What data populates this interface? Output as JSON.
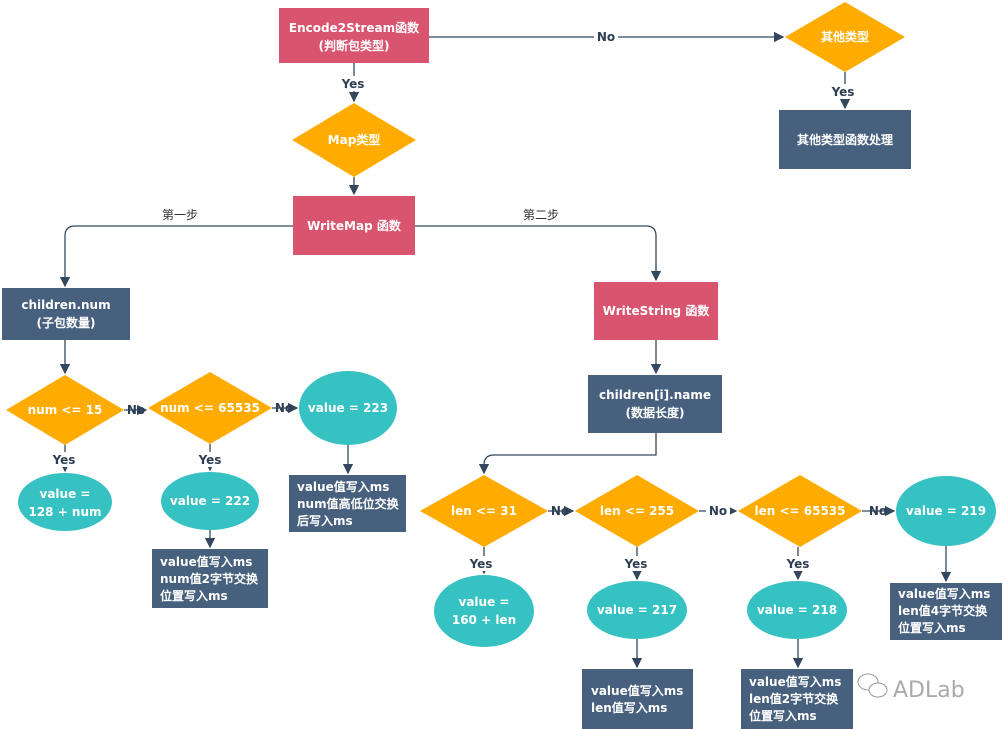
{
  "colors": {
    "start": "#d9546e",
    "decision": "#ffab00",
    "value": "#36c2c2",
    "action": "#46607e"
  },
  "nodes": {
    "encode": [
      "Encode2Stream函数",
      "(判断包类型)"
    ],
    "other_type": "其他类型",
    "other_handler": "其他类型函数处理",
    "map_type": "Map类型",
    "writemap": "WriteMap 函数",
    "children_num": [
      "children.num",
      "(子包数量)"
    ],
    "num15": "num <= 15",
    "num65535": "num <= 65535",
    "v223": "value = 223",
    "v223_action": [
      "value值写入ms",
      "num值高低位交换",
      "后写入ms"
    ],
    "v128": [
      "value =",
      "128 + num"
    ],
    "v222": "value = 222",
    "v222_action": [
      "value值写入ms",
      "num值2字节交换",
      "位置写入ms"
    ],
    "writestring": "WriteString 函数",
    "children_name": [
      "children[i].name",
      "(数据长度)"
    ],
    "len31": "len <= 31",
    "len255": "len <= 255",
    "len65535": "len <= 65535",
    "v219": "value = 219",
    "v219_action": [
      "value值写入ms",
      "len值4字节交换",
      "位置写入ms"
    ],
    "v160": [
      "value =",
      "160 + len"
    ],
    "v217": "value = 217",
    "v217_action": [
      "value值写入ms",
      "len值写入ms"
    ],
    "v218": "value = 218",
    "v218_action": [
      "value值写入ms",
      "len值2字节交换",
      "位置写入ms"
    ]
  },
  "labels": {
    "yes": "Yes",
    "no": "No",
    "step1": "第一步",
    "step2": "第二步"
  },
  "watermark": "ADLab"
}
